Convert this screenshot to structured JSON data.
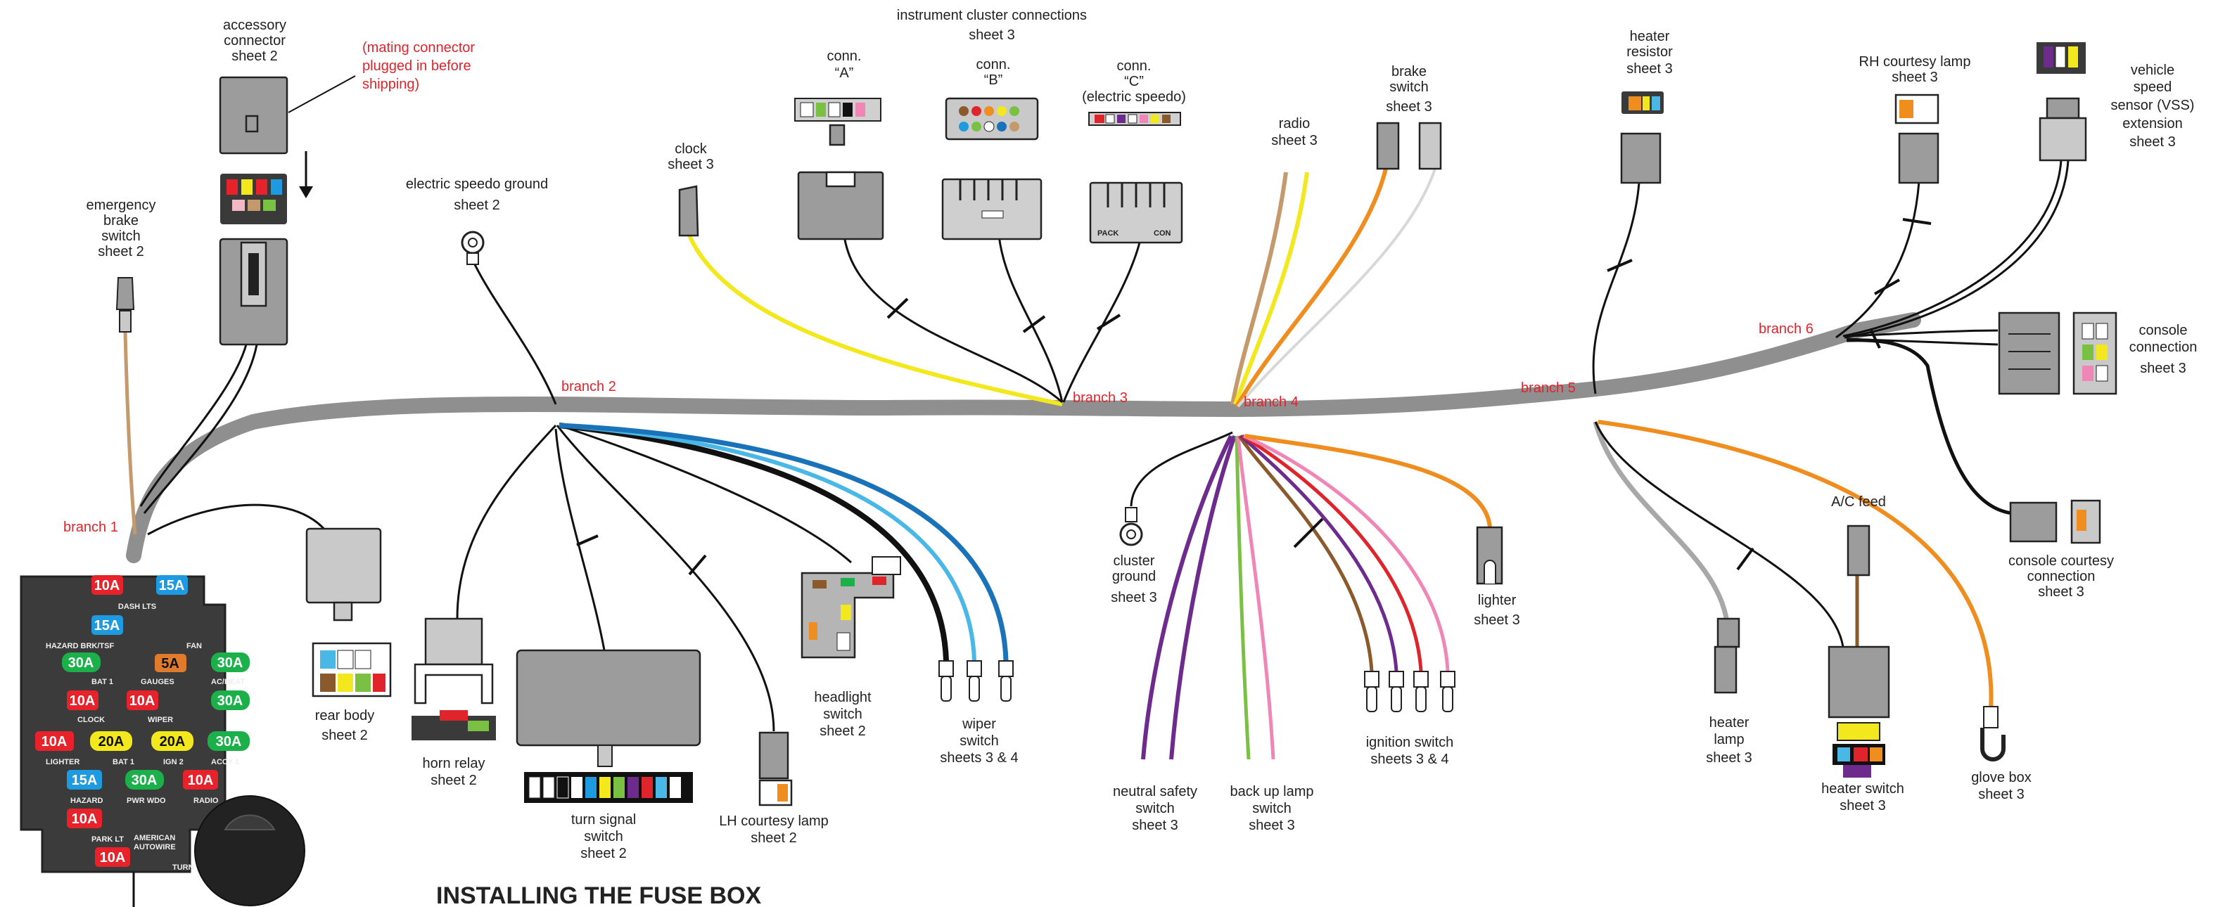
{
  "title": "INSTALLING THE FUSE BOX",
  "branches": [
    "branch 1",
    "branch 2",
    "branch 3",
    "branch 4",
    "branch 5",
    "branch 6"
  ],
  "note": [
    "(mating connector",
    "plugged in before",
    "shipping)"
  ],
  "labels": {
    "accessory": [
      "accessory",
      "connector",
      "sheet 2"
    ],
    "ebrake": [
      "emergency",
      "brake",
      "switch",
      "sheet 2"
    ],
    "speedo_ground": [
      "electric speedo ground",
      "sheet 2"
    ],
    "clock": [
      "clock",
      "sheet 3"
    ],
    "cluster_title": [
      "instrument cluster connections",
      "sheet 3"
    ],
    "conn_a": [
      "conn.",
      "“A”"
    ],
    "conn_b": [
      "conn.",
      "“B”"
    ],
    "conn_c": [
      "conn.",
      "“C”",
      "(electric speedo)"
    ],
    "radio": [
      "radio",
      "sheet 3"
    ],
    "brake_switch": [
      "brake",
      "switch",
      "sheet 3"
    ],
    "heater_resistor": [
      "heater",
      "resistor",
      "sheet 3"
    ],
    "rh_courtesy": [
      "RH courtesy lamp",
      "sheet 3"
    ],
    "vss": [
      "vehicle",
      "speed",
      "sensor (VSS)",
      "extension",
      "sheet 3"
    ],
    "console": [
      "console",
      "connection",
      "sheet 3"
    ],
    "console_courtesy": [
      "console courtesy",
      "connection",
      "sheet 3"
    ],
    "ac_feed": [
      "A/C feed"
    ],
    "rear_body": [
      "rear body",
      "sheet 2"
    ],
    "horn_relay": [
      "horn relay",
      "sheet 2"
    ],
    "turn_signal": [
      "turn signal",
      "switch",
      "sheet 2"
    ],
    "lh_courtesy": [
      "LH courtesy lamp",
      "sheet 2"
    ],
    "headlight": [
      "headlight",
      "switch",
      "sheet 2"
    ],
    "wiper": [
      "wiper",
      "switch",
      "sheets 3 & 4"
    ],
    "cluster_ground": [
      "cluster",
      "ground",
      "sheet 3"
    ],
    "neutral_safety": [
      "neutral safety",
      "switch",
      "sheet 3"
    ],
    "backup_lamp": [
      "back up lamp",
      "switch",
      "sheet 3"
    ],
    "ignition": [
      "ignition switch",
      "sheets 3 & 4"
    ],
    "lighter": [
      "lighter",
      "sheet 3"
    ],
    "heater_lamp": [
      "heater",
      "lamp",
      "sheet 3"
    ],
    "heater_switch": [
      "heater switch",
      "sheet 3"
    ],
    "glove_box": [
      "glove box",
      "sheet 3"
    ]
  },
  "connector_text": {
    "pack": "PACK",
    "con": "CON"
  },
  "fusebox": {
    "fuses": [
      "10A",
      "15A",
      "15A",
      "30A",
      "5A",
      "30A",
      "10A",
      "10A",
      "30A",
      "10A",
      "20A",
      "20A",
      "30A",
      "15A",
      "30A",
      "10A",
      "10A",
      "10A"
    ],
    "slot_labels": [
      "DASH LTS",
      "HAZARD BRK/TSF",
      "FAN",
      "BAT 1",
      "GAUGES",
      "AC/HEAT",
      "CLOCK",
      "WIPER",
      "LIGHTER",
      "BAT 1",
      "IGN 2",
      "ACCY 1",
      "HAZARD",
      "PWR WDO",
      "RADIO",
      "PARK LT",
      "TURN"
    ],
    "brand": [
      "AMERICAN",
      "AUTOWIRE"
    ],
    "colors": {
      "red": "#e8222a",
      "blue": "#1e9be0",
      "green": "#1cb04b",
      "orange": "#e07a2c",
      "yellow": "#f2e81d",
      "body": "#3b3b3b"
    }
  },
  "wire_colors": {
    "harness": "#8f8f8f",
    "yellow": "#f2e81d",
    "orange": "#f08d1f",
    "tan": "#c49a6c",
    "pink": "#f086b6",
    "purple": "#6d2b8e",
    "red": "#e0242b",
    "brown": "#8a5a2b",
    "green": "#7ac143",
    "blue": "#1a72b8",
    "lightblue": "#4ab8e6",
    "black": "#111111",
    "gray": "#a8a8a8",
    "white": "#d8d8d8"
  }
}
